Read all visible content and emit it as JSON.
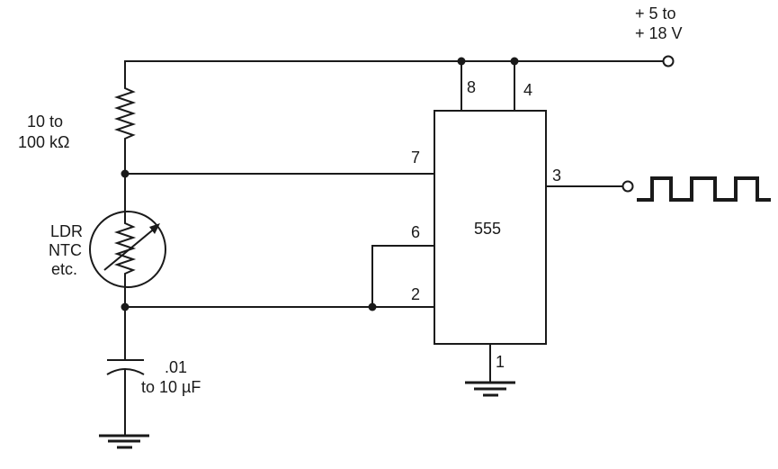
{
  "supply": {
    "line1": "+ 5 to",
    "line2": "+ 18 V"
  },
  "resistor": {
    "line1": "10 to",
    "line2": "100 kΩ"
  },
  "sensor": {
    "line1": "LDR",
    "line2": "NTC",
    "line3": "etc."
  },
  "capacitor": {
    "line1": ".01",
    "line2": "to 10 µF"
  },
  "ic": {
    "label": "555",
    "pins": {
      "p1": "1",
      "p2": "2",
      "p3": "3",
      "p4": "4",
      "p6": "6",
      "p7": "7",
      "p8": "8"
    }
  }
}
